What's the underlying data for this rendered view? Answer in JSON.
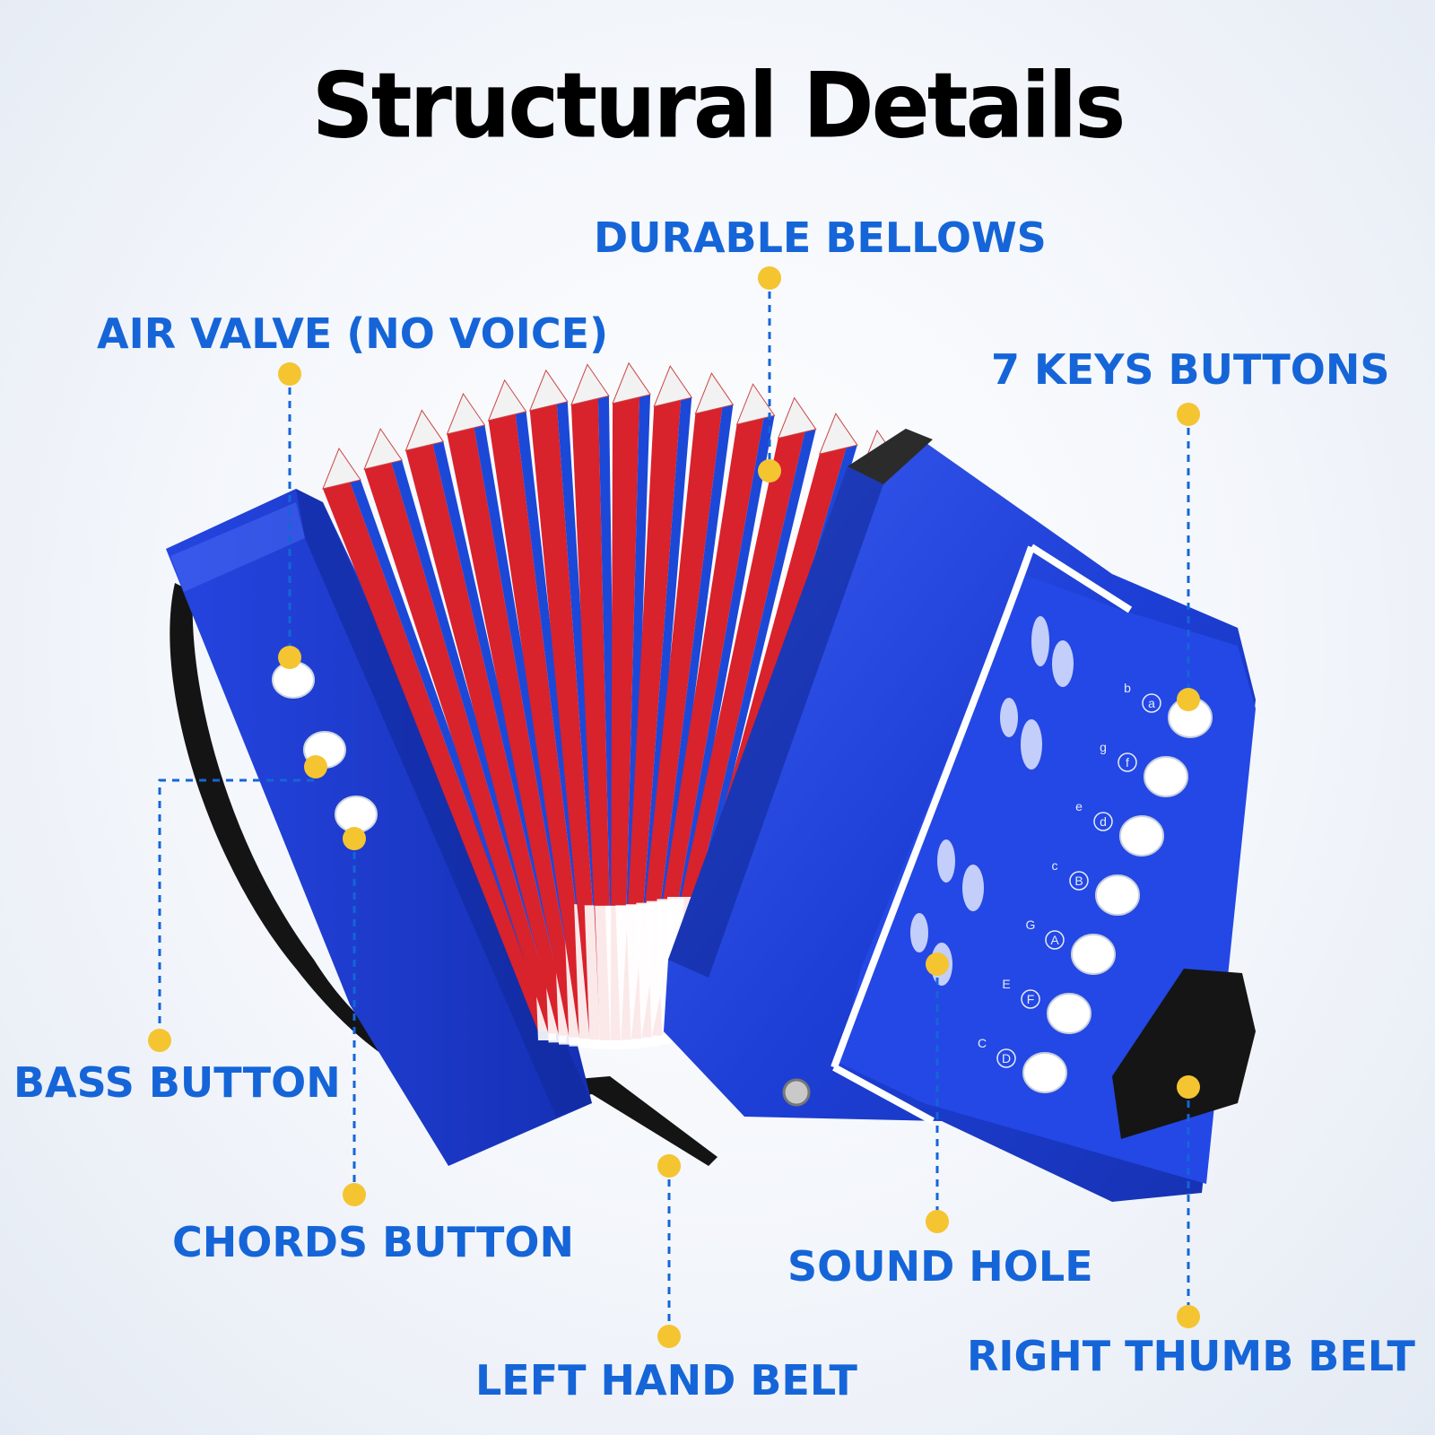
{
  "title": "Structural Details",
  "labels": {
    "durable_bellows": "DURABLE BELLOWS",
    "air_valve": "AIR VALVE (NO VOICE)",
    "keys_buttons": "7 KEYS BUTTONS",
    "bass_button": "BASS BUTTON",
    "chords_button": "CHORDS BUTTON",
    "sound_hole": "SOUND HOLE",
    "left_hand_belt": "LEFT HAND BELT",
    "right_thumb_belt": "RIGHT THUMB BELT"
  },
  "key_letters": {
    "top": [
      "b",
      "g",
      "e",
      "c",
      "G",
      "E",
      "C"
    ],
    "circled": [
      "a",
      "f",
      "d",
      "B",
      "A",
      "F",
      "D"
    ]
  },
  "colors": {
    "accent_label": "#1565d8",
    "marker": "#f5c431",
    "body_blue": "#1d3fd6",
    "bellows_red": "#d8222c"
  }
}
